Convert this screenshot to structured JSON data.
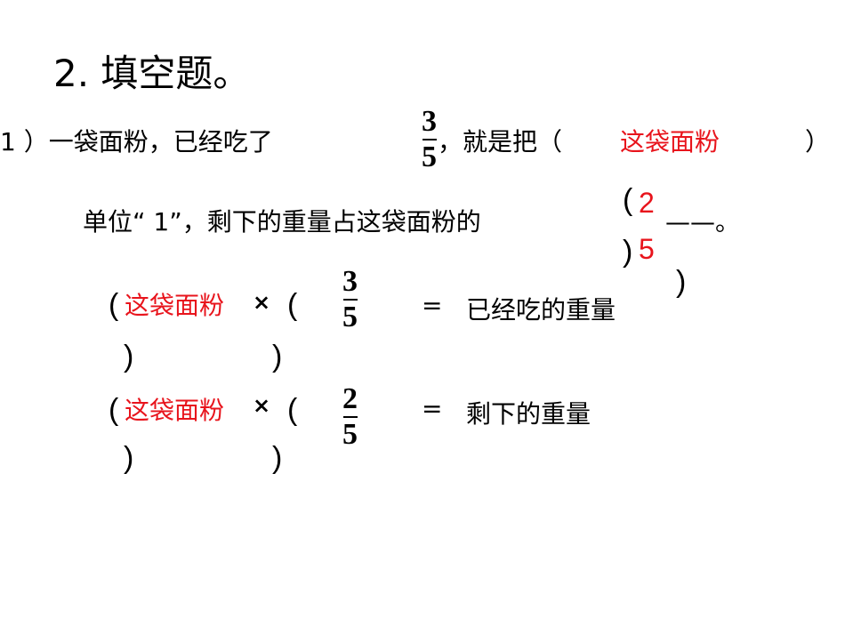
{
  "title": "2. 填空题。",
  "q1": {
    "text_a": "1 ）一袋面粉，已经吃了",
    "fraction_eaten": {
      "num": "3",
      "den": "5"
    },
    "text_b": "，就是把（",
    "answer_unit": "这袋面粉",
    "text_c": "）"
  },
  "q2": {
    "text_a": "单位“ 1”，剩下的重量占这袋面粉的",
    "open_paren": "(",
    "answer_num": "2",
    "answer_den": "5",
    "close_paren": ")",
    "blank": "——。"
  },
  "eq1": {
    "open1": "(",
    "answer": "这袋面粉",
    "close1": ")",
    "times": "×",
    "open2": "(",
    "close2": ")",
    "fraction": {
      "num": "3",
      "den": "5"
    },
    "equals": "=",
    "result": "已经吃的重量"
  },
  "eq2": {
    "open1": "(",
    "answer": "这袋面粉",
    "close1": ")",
    "times": "×",
    "open2": "(",
    "close2": ")",
    "fraction": {
      "num": "2",
      "den": "5"
    },
    "equals": "=",
    "result": "剩下的重量"
  }
}
